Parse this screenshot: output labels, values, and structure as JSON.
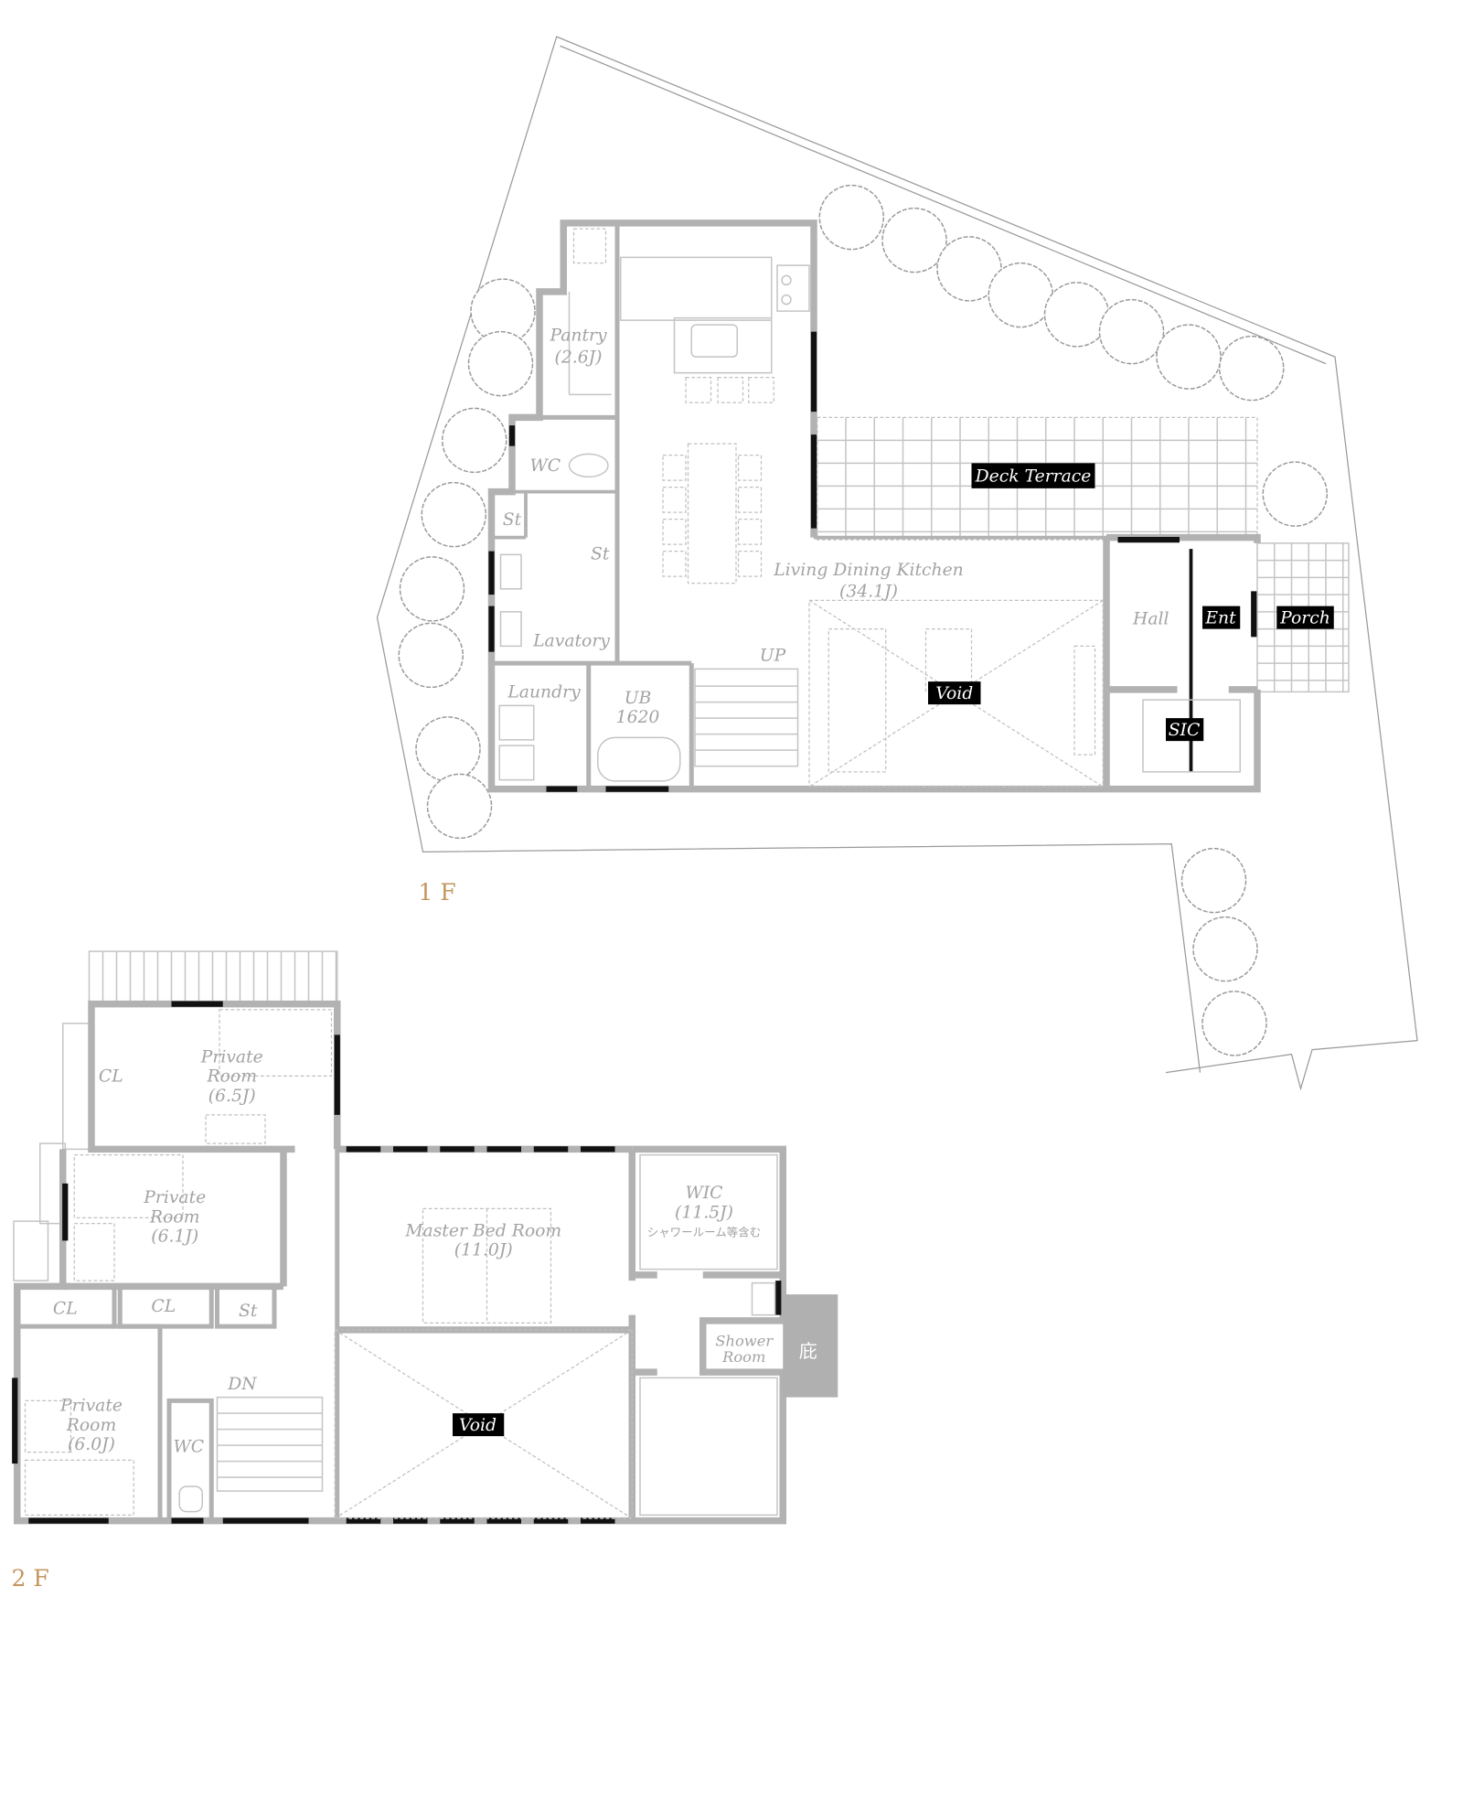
{
  "floor1": {
    "label": "1 F",
    "rooms": {
      "pantry": "Pantry",
      "pantry_size": "(2.6J)",
      "wc": "WC",
      "st1": "St",
      "st2": "St",
      "lavatory": "Lavatory",
      "laundry": "Laundry",
      "ub": "UB",
      "ub_size": "1620",
      "up": "UP",
      "ldk": "Living Dining Kitchen",
      "ldk_size": "(34.1J)",
      "deck": "Deck Terrace",
      "void": "Void",
      "hall": "Hall",
      "ent": "Ent",
      "porch": "Porch",
      "sic": "SIC"
    }
  },
  "floor2": {
    "label": "2 F",
    "rooms": {
      "cl1": "CL",
      "pr65": [
        "Private",
        "Room",
        "(6.5J)"
      ],
      "pr61": [
        "Private",
        "Room",
        "(6.1J)"
      ],
      "master": "Master Bed Room",
      "master_size": "(11.0J)",
      "wic": "WIC",
      "wic_size": "(11.5J)",
      "wic_note": "シャワールーム等含む",
      "cl2": "CL",
      "cl3": "CL",
      "st": "St",
      "dn": "DN",
      "pr60": [
        "Private",
        "Room",
        "(6.0J)"
      ],
      "wc": "WC",
      "void": "Void",
      "shower": [
        "Shower",
        "Room"
      ],
      "eaves": "庇"
    }
  },
  "colors": {
    "wall": "#b2b2b2",
    "window": "#111111",
    "floor_label": "#c4955e",
    "tag_bg": "#000000"
  }
}
